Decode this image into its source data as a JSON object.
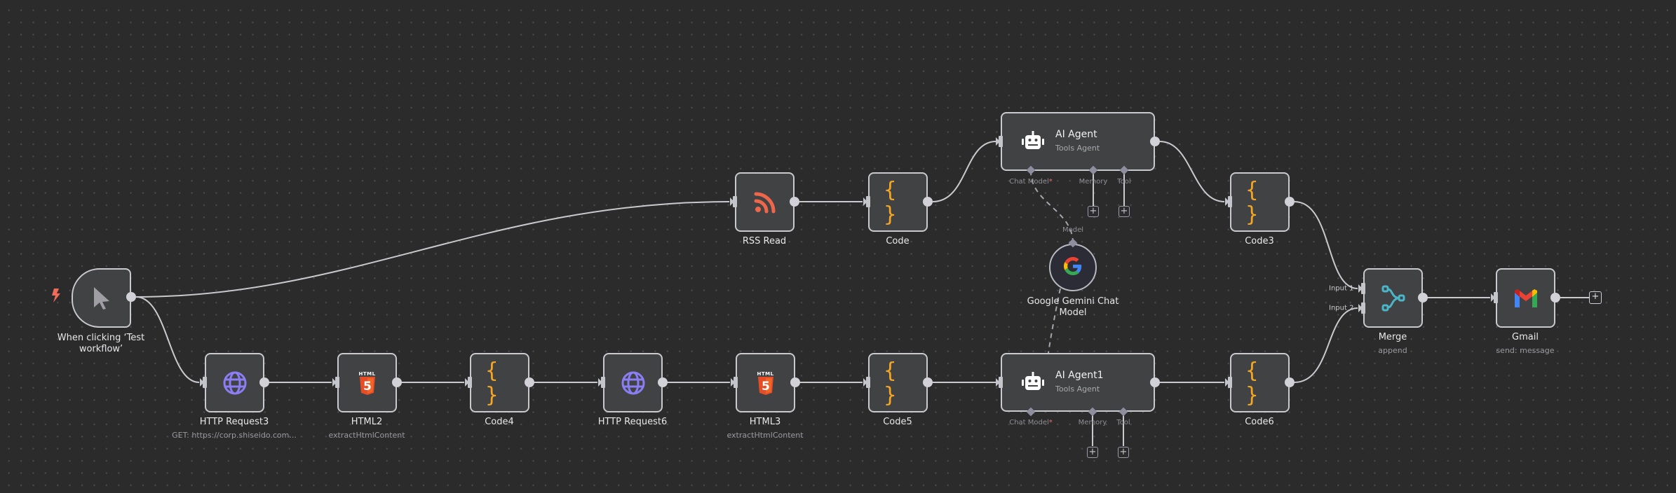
{
  "canvas": {
    "background": "#2b2b2b",
    "grid_dot_color": "#4a4a4a"
  },
  "colors": {
    "node_fill": "#414244",
    "node_border": "#c9c9ce",
    "edge": "#c9c9ce",
    "code_icon": "#f5a623",
    "http_icon": "#8b7ef2",
    "html_icon": "#e44d26",
    "rss_icon": "#f0664a",
    "merge_icon": "#4bb6c8",
    "trigger_bolt": "#ef6c5a",
    "required_marker": "#ef6c6c"
  },
  "nodes": {
    "trigger": {
      "label": "When clicking ‘Test workflow’",
      "icon": "cursor-icon"
    },
    "rss_read": {
      "label": "RSS Read",
      "icon": "rss-icon"
    },
    "code": {
      "label": "Code",
      "icon": "code-braces-icon"
    },
    "ai_agent": {
      "title": "AI Agent",
      "subtitle": "Tools Agent",
      "icon": "robot-icon",
      "handles": {
        "chat_model": "Chat Model",
        "required": "*",
        "memory": "Memory",
        "tool": "Tool"
      }
    },
    "code3": {
      "label": "Code3",
      "icon": "code-braces-icon"
    },
    "gemini": {
      "label": "Google Gemini Chat Model",
      "handle_label": "Model",
      "icon": "google-icon"
    },
    "merge": {
      "label": "Merge",
      "subtitle": "append",
      "icon": "merge-icon",
      "inputs": [
        "Input 1",
        "Input 2"
      ]
    },
    "gmail": {
      "label": "Gmail",
      "subtitle": "send: message",
      "icon": "gmail-icon"
    },
    "http_request3": {
      "label": "HTTP Request3",
      "subtitle": "GET: https://corp.shiseido.com...",
      "icon": "globe-icon"
    },
    "html2": {
      "label": "HTML2",
      "subtitle": "extractHtmlContent",
      "icon": "html5-icon"
    },
    "code4": {
      "label": "Code4",
      "icon": "code-braces-icon"
    },
    "http_request6": {
      "label": "HTTP Request6",
      "icon": "globe-icon"
    },
    "html3": {
      "label": "HTML3",
      "subtitle": "extractHtmlContent",
      "icon": "html5-icon"
    },
    "code5": {
      "label": "Code5",
      "icon": "code-braces-icon"
    },
    "ai_agent1": {
      "title": "AI Agent1",
      "subtitle": "Tools Agent",
      "icon": "robot-icon",
      "handles": {
        "chat_model": "Chat Model",
        "required": "*",
        "memory": "Memory",
        "tool": "Tool"
      }
    },
    "code6": {
      "label": "Code6",
      "icon": "code-braces-icon"
    }
  },
  "icons": {
    "plus": "+",
    "braces": "{ }",
    "html_badge": "HTML",
    "html_five": "5"
  }
}
